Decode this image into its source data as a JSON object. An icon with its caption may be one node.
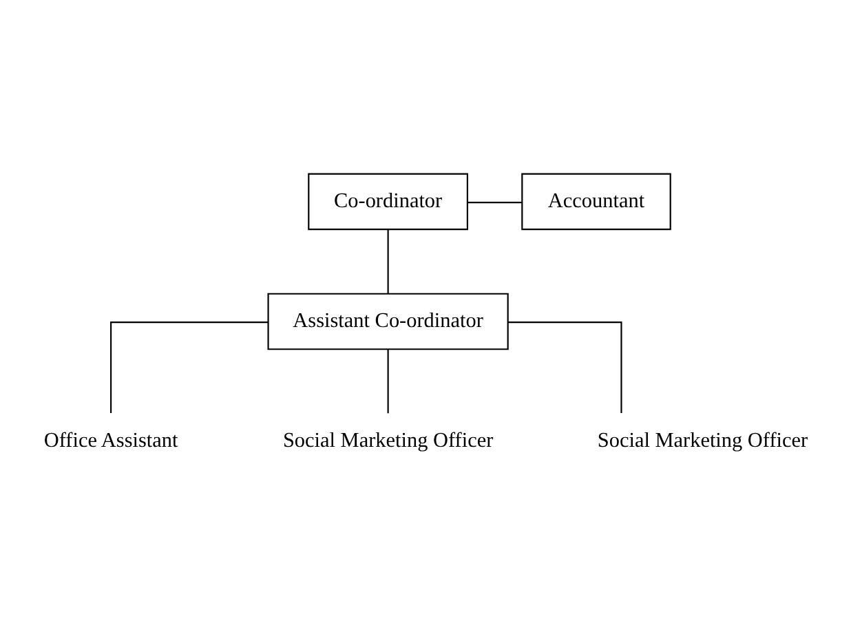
{
  "diagram": {
    "nodes": [
      {
        "text": [
          "Co-ordinator"
        ]
      },
      {
        "text": [
          "Accountant"
        ]
      },
      {
        "text": [
          "Assistant Co-ordinator"
        ]
      },
      {
        "text": [
          "Office Assistant"
        ]
      },
      {
        "text": [
          "Social Marketing Officer"
        ]
      },
      {
        "text": [
          "Social Marketing Officer"
        ]
      }
    ],
    "edges": [
      {
        "from": 0,
        "to": 2,
        "arrow": "none"
      },
      {
        "from": 0,
        "to": 1,
        "arrow": "none"
      },
      {
        "from": 2,
        "to": 3,
        "arrow": "none"
      },
      {
        "from": 2,
        "to": 4,
        "arrow": "none"
      },
      {
        "from": 2,
        "to": 5,
        "arrow": "none"
      }
    ]
  }
}
